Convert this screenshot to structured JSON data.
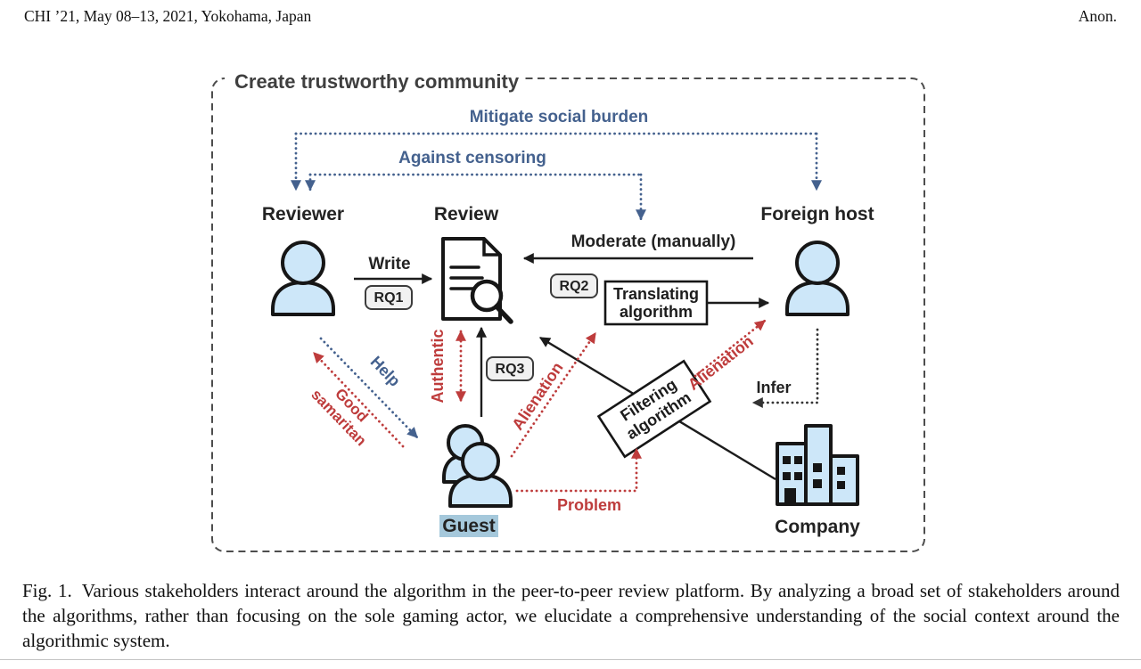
{
  "header": {
    "conference": "CHI ’21, May 08–13, 2021, Yokohama, Japan",
    "author": "Anon."
  },
  "figure": {
    "title": "Create trustworthy community",
    "nodes": {
      "reviewer": "Reviewer",
      "review": "Review",
      "foreign_host": "Foreign host",
      "guest": "Guest",
      "company": "Company"
    },
    "badges": {
      "rq1": "RQ1",
      "rq2": "RQ2",
      "rq3": "RQ3"
    },
    "boxes": {
      "translating": {
        "line1": "Translating",
        "line2": "algorithm"
      },
      "filtering": {
        "line1": "Filtering",
        "line2": "algorithm"
      }
    },
    "edges": {
      "mitigate_social_burden": "Mitigate social burden",
      "against_censoring": "Against censoring",
      "write": "Write",
      "moderate_manually": "Moderate (manually)",
      "authentic": "Authentic",
      "help": "Help",
      "good_samaritan": {
        "line1": "Good",
        "line2": "samaritan"
      },
      "alienation_left": "Alienation",
      "alienation_right": "Alienation",
      "infer": "Infer",
      "problem": "Problem"
    },
    "colors": {
      "accent_blue": "#44618E",
      "accent_red": "#BE3C3C",
      "icon_fill": "#CDE7F9",
      "guest_highlight": "#A5C8DB"
    }
  },
  "caption": {
    "label": "Fig. 1.",
    "text": "Various stakeholders interact around the algorithm in the peer-to-peer review platform. By analyzing a broad set of stakeholders around the algorithms, rather than focusing on the sole gaming actor, we elucidate a comprehensive understanding of the social context around the algorithmic system."
  }
}
